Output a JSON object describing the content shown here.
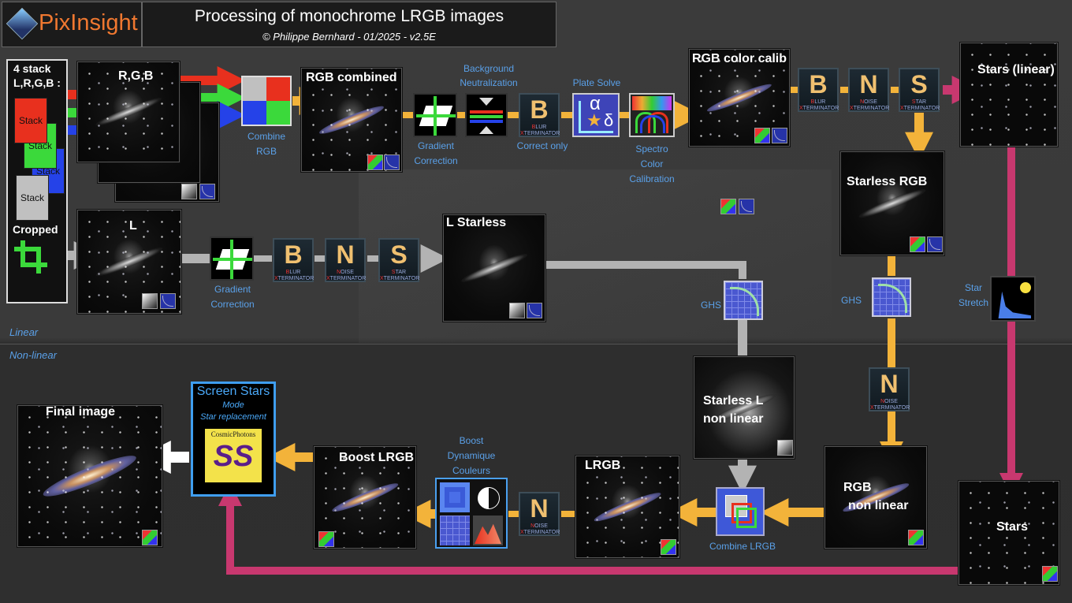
{
  "header": {
    "logo_text": "PixInsight",
    "title": "Processing of monochrome LRGB images",
    "subtitle": "© Philippe Bernhard - 01/2025 - v2.5E"
  },
  "colors": {
    "yellow_arrow": "#f3b33a",
    "gray_arrow": "#b3b3b3",
    "magenta_arrow": "#c8386f",
    "blue_text": "#5aa0e8",
    "red": "#e8301e",
    "green": "#3bd93b",
    "blue": "#2542e8"
  },
  "stack": {
    "title": "4 stack",
    "channels": "L,R,G,B :",
    "card_label": "Stack",
    "cropped_label": "Cropped"
  },
  "sections": {
    "linear": "Linear",
    "non_linear": "Non-linear"
  },
  "nodes": {
    "rgb_input": "R,G,B",
    "l_input": "L",
    "rgb_combined": "RGB combined",
    "rgb_color_calib": "RGB color calib",
    "stars_linear": "Stars (linear)",
    "starless_rgb": "Starless RGB",
    "l_starless": "L Starless",
    "starless_l_nonlinear_1": "Starless L",
    "starless_l_nonlinear_2": "non linear",
    "rgb_nonlinear_1": "RGB",
    "rgb_nonlinear_2": "non linear",
    "stars": "Stars",
    "lrgb": "LRGB",
    "boost_lrgb": "Boost LRGB",
    "final_image": "Final image"
  },
  "tools": {
    "combine_rgb": [
      "Combine",
      "RGB"
    ],
    "gradient_correction": [
      "Gradient",
      "Correction"
    ],
    "background_neutralization": [
      "Background",
      "Neutralization"
    ],
    "plate_solve": "Plate Solve",
    "correct_only": "Correct only",
    "spectro": [
      "Spectro",
      "Color",
      "Calibration"
    ],
    "ghs": "GHS",
    "star_stretch": [
      "Star",
      "Stretch"
    ],
    "combine_lrgb": "Combine LRGB",
    "boost": [
      "Boost",
      "Dynamique",
      "Couleurs"
    ],
    "screen_stars": {
      "title": "Screen Stars",
      "mode": "Mode",
      "desc": "Star replacement",
      "brand": "CosmicPhotons",
      "logo": "SS"
    }
  },
  "xterminators": {
    "blur": {
      "letter": "B",
      "first": "B",
      "rest": "LUR",
      "x": "X",
      "term": "TERMINATOR"
    },
    "noise": {
      "letter": "N",
      "first": "N",
      "rest": "OISE",
      "x": "X",
      "term": "TERMINATOR"
    },
    "star": {
      "letter": "S",
      "first": "S",
      "rest": "TAR",
      "x": "X",
      "term": "TERMINATOR"
    }
  }
}
